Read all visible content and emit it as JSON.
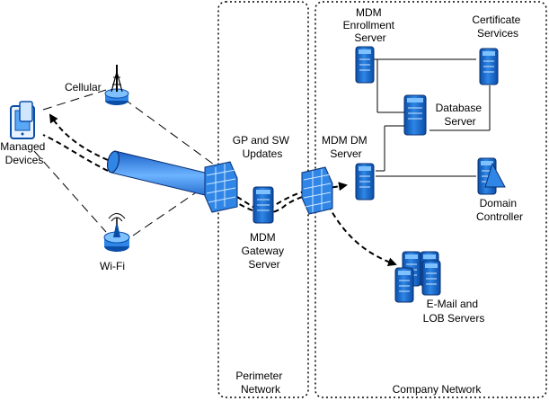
{
  "colors": {
    "server_dark": "#0a4ea8",
    "server_light": "#7fc0ff",
    "tunnel": "#3b8ff0",
    "line": "#000000",
    "zone_border": "#000000"
  },
  "zones": {
    "perimeter": [
      "Perimeter",
      "Network"
    ],
    "company": "Company Network"
  },
  "nodes": {
    "managed_devices": [
      "Managed",
      "Devices"
    ],
    "cellular": "Cellular",
    "wifi": "Wi-Fi",
    "gp_sw_updates": [
      "GP and SW",
      "Updates"
    ],
    "mdm_gateway": [
      "MDM",
      "Gateway",
      "Server"
    ],
    "mdm_enrollment": [
      "MDM",
      "Enrollment",
      "Server"
    ],
    "certificate_services": [
      "Certificate",
      "Services"
    ],
    "database_server": [
      "Database",
      "Server"
    ],
    "mdm_dm_server": [
      "MDM DM",
      "Server"
    ],
    "domain_controller": [
      "Domain",
      "Controller"
    ],
    "email_lob": [
      "E-Mail and",
      "LOB Servers"
    ]
  },
  "icons": {
    "device": "mobile-device-icon",
    "tower": "cell-tower-icon",
    "wifi": "wifi-antenna-icon",
    "server": "server-icon",
    "firewall": "firewall-icon",
    "tunnel": "vpn-tunnel-icon"
  }
}
